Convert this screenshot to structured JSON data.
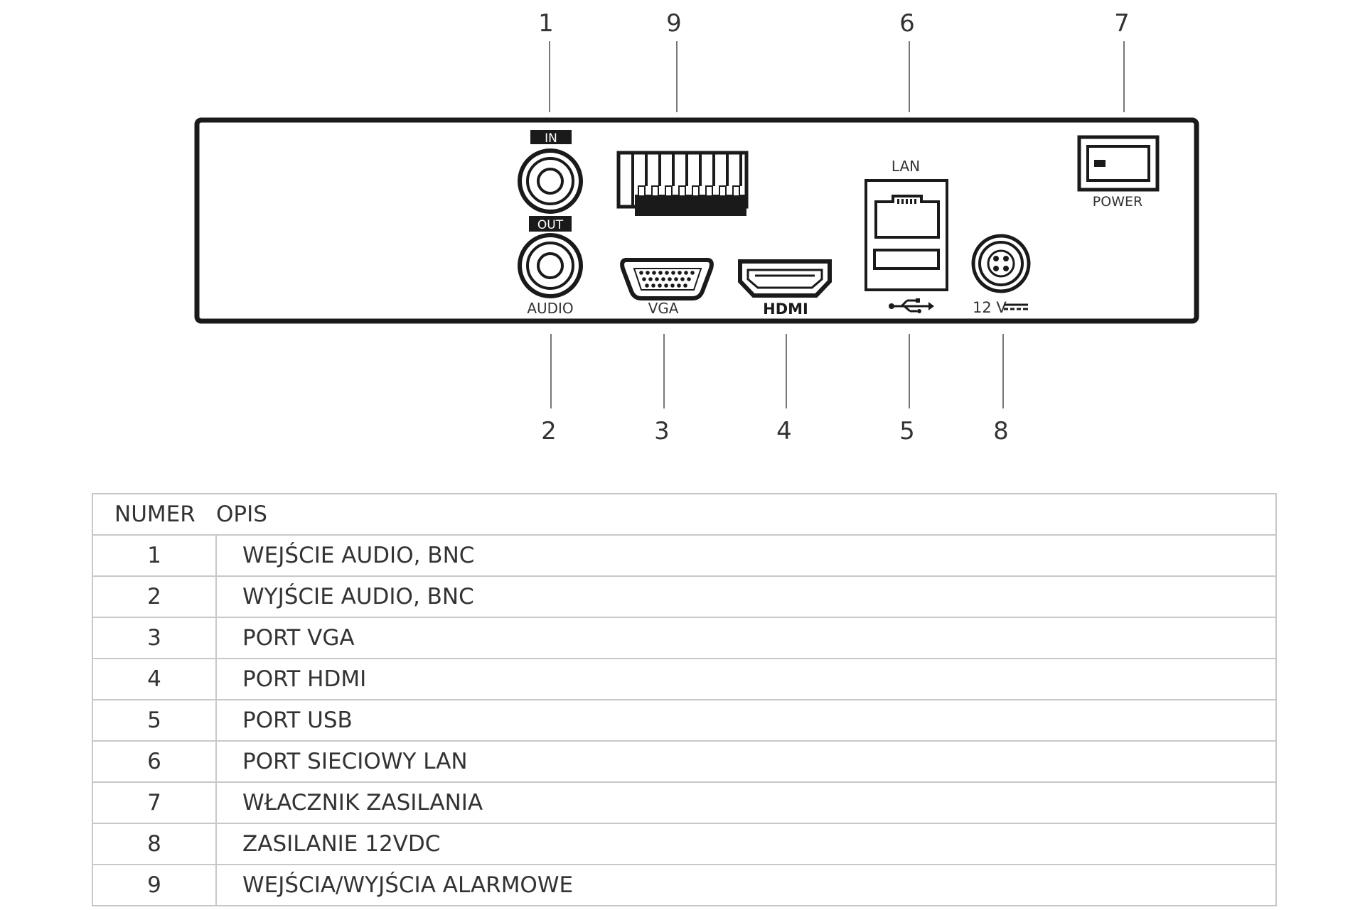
{
  "callouts": [
    "1",
    "2",
    "3",
    "4",
    "5",
    "6",
    "7",
    "8",
    "9"
  ],
  "panel_labels": {
    "audio_in": "IN",
    "audio_out": "OUT",
    "audio": "AUDIO",
    "vga": "VGA",
    "hdmi": "HDMI",
    "lan": "LAN",
    "power": "POWER",
    "dc": "12 V"
  },
  "icons": {
    "usb": "usb-icon",
    "dc": "dc-symbol-icon"
  },
  "table": {
    "headers": [
      "NUMER",
      "OPIS"
    ],
    "rows": [
      {
        "num": "1",
        "desc": "WEJŚCIE AUDIO, BNC"
      },
      {
        "num": "2",
        "desc": "WYJŚCIE AUDIO, BNC"
      },
      {
        "num": "3",
        "desc": "PORT VGA"
      },
      {
        "num": "4",
        "desc": "PORT HDMI"
      },
      {
        "num": "5",
        "desc": "PORT USB"
      },
      {
        "num": "6",
        "desc": "PORT SIECIOWY LAN"
      },
      {
        "num": "7",
        "desc": "WŁACZNIK ZASILANIA"
      },
      {
        "num": "8",
        "desc": "ZASILANIE 12VDC"
      },
      {
        "num": "9",
        "desc": "WEJŚCIA/WYJŚCIA ALARMOWE"
      }
    ]
  }
}
